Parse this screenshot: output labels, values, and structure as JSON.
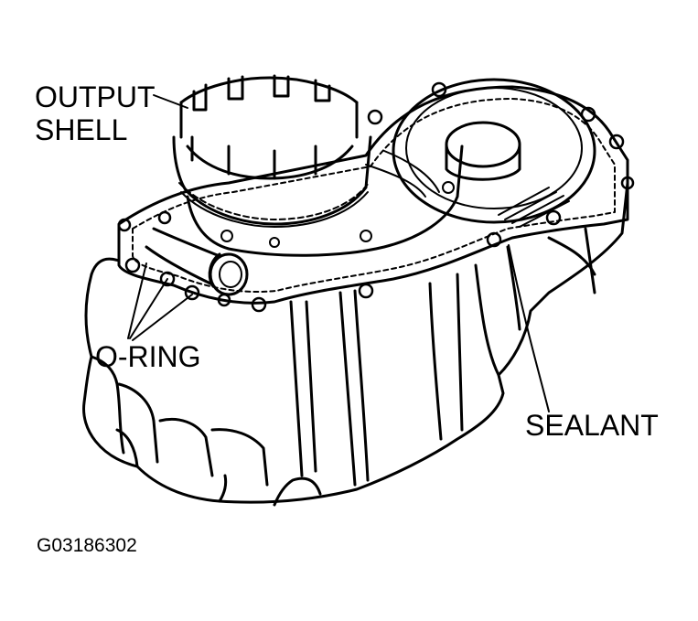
{
  "diagram": {
    "subject": "transaxle case",
    "ink_color": "#000000",
    "paper_color": "#ffffff"
  },
  "labels": {
    "output_shell_line1": "OUTPUT",
    "output_shell_line2": "SHELL",
    "o_ring": "O-RING",
    "sealant": "SEALANT"
  },
  "figure_id": "G03186302"
}
